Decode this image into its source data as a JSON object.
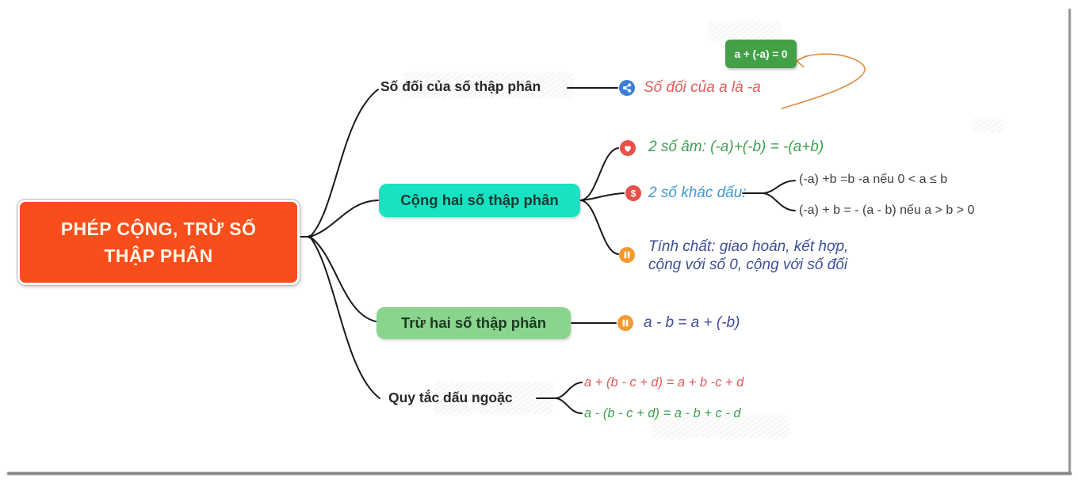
{
  "palette": {
    "root_bg": "#F94D1C",
    "branch_cong_bg": "#19E2C2",
    "branch_tru_bg": "#8BD48E",
    "badge_bg": "#43A047",
    "red_text": "#E05B5B",
    "green_text": "#3EA150",
    "blue_text": "#3F9AD6",
    "navy_text": "#3C4E97",
    "plain_text": "#3F3F3F",
    "line_color": "#1A1A1A",
    "arrow_color": "#E08A3C",
    "icon_share_bg": "#3B7FD4",
    "icon_red_bg": "#E8504A",
    "icon_orange_bg": "#F5992E"
  },
  "root": {
    "label": "PHÉP CỘNG, TRỪ SỐ THẬP PHÂN"
  },
  "branch_doi": {
    "label": "Số đối của số thập phân",
    "note_icon": "share-icon",
    "note": "Số đối của a là -a",
    "badge": "a + (-a) = 0"
  },
  "branch_cong": {
    "label": "Cộng hai số thập phân",
    "children": [
      {
        "icon": "heart-icon",
        "text": "2 số âm: (-a)+(-b) = -(a+b)"
      },
      {
        "icon": "dollar-icon",
        "text": "2 số khác dấu:",
        "subitems": [
          "(-a) +b =b -a nếu 0 < a ≤ b",
          "(-a) + b = - (a - b) nếu a > b > 0"
        ]
      },
      {
        "icon": "pause-icon",
        "line1": "Tính chất: giao hoán, kết hợp,",
        "line2": "cộng với số 0, cộng với số đối"
      }
    ]
  },
  "branch_tru": {
    "label": "Trừ hai số thập phân",
    "child": {
      "icon": "pause-icon",
      "text": "a - b = a + (-b)"
    }
  },
  "branch_quytac": {
    "label": "Quy tắc dấu ngoặc",
    "children": [
      {
        "text": "a + (b - c + d) = a + b -c + d"
      },
      {
        "text": "a - (b - c + d) = a - b + c - d"
      }
    ]
  }
}
